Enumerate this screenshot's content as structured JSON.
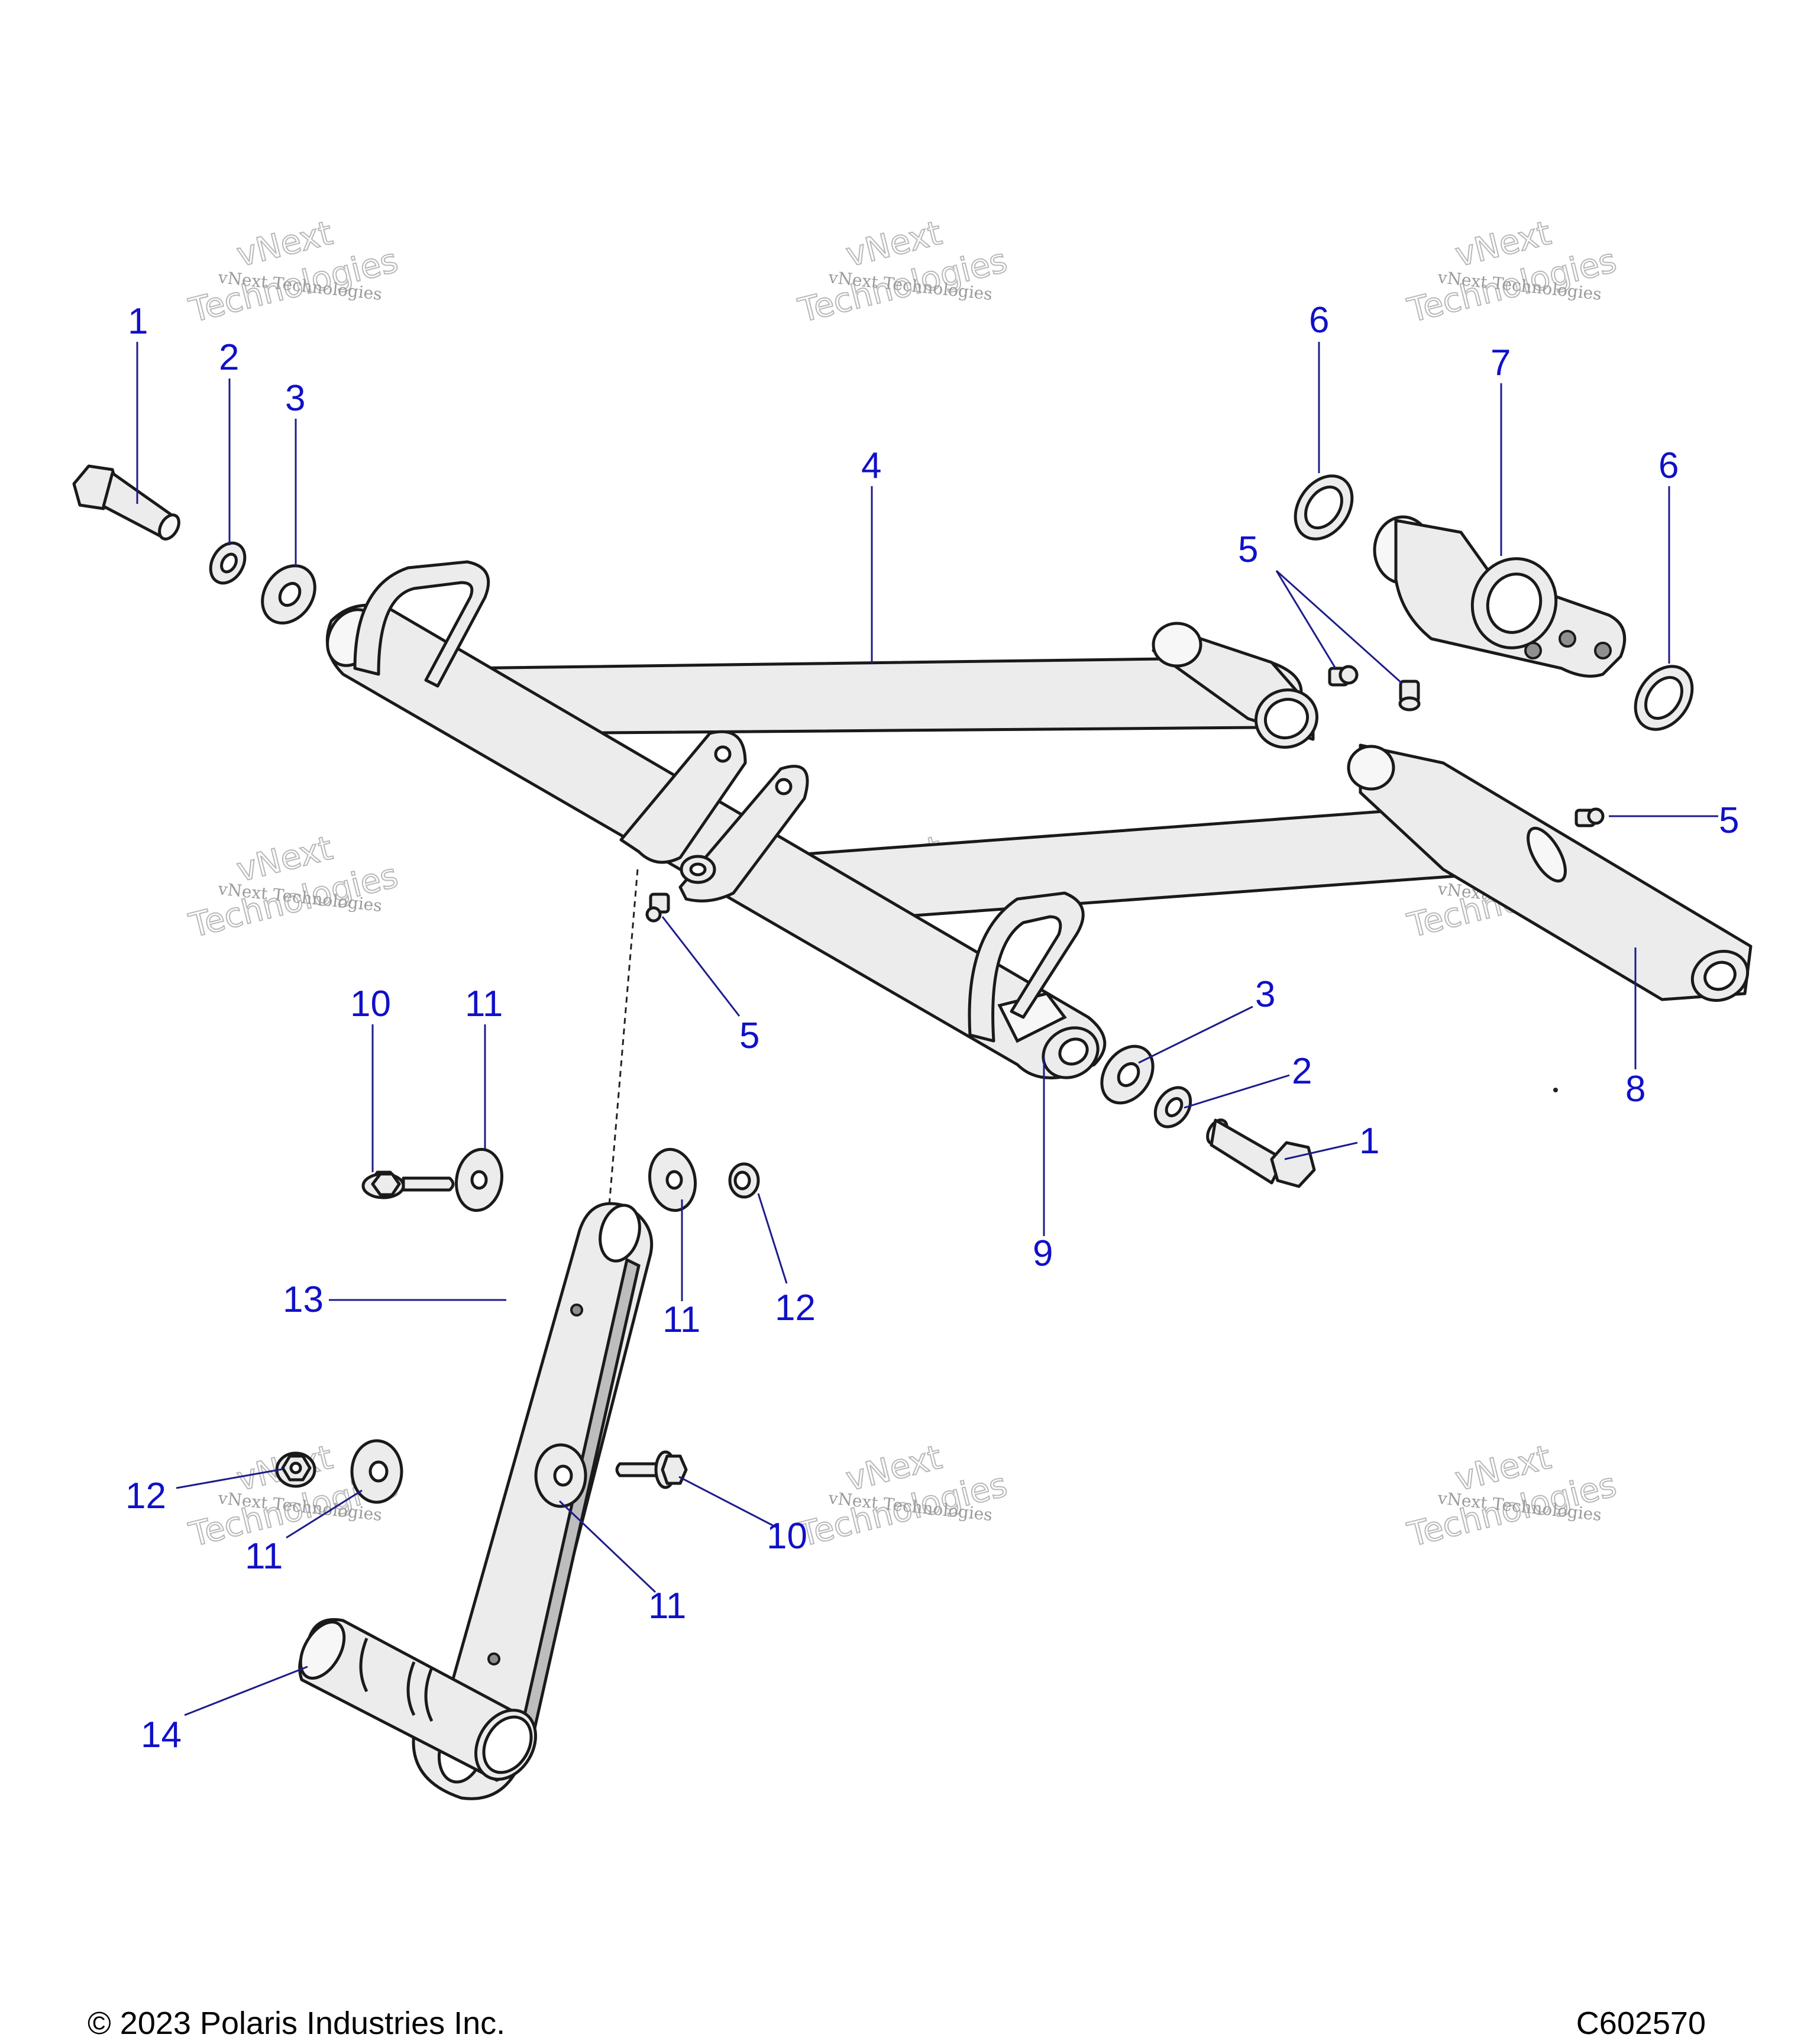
{
  "diagram": {
    "callouts": {
      "c1a": "1",
      "c2a": "2",
      "c3a": "3",
      "c4": "4",
      "c5a": "5",
      "c5b": "5",
      "c5c": "5",
      "c6a": "6",
      "c6b": "6",
      "c7": "7",
      "c8": "8",
      "c3b": "3",
      "c2b": "2",
      "c1b": "1",
      "c9": "9",
      "c10a": "10",
      "c11a": "11",
      "c11b": "11",
      "c12a": "12",
      "c13": "13",
      "c12b": "12",
      "c11c": "11",
      "c11d": "11",
      "c10b": "10",
      "c14": "14"
    },
    "watermark": {
      "line": "vNext Technologies",
      "big_top": "vNext",
      "big_bottom": "Technologies"
    }
  },
  "footer": {
    "copyright": "© 2023 Polaris Industries Inc.",
    "figure_id": "C602570"
  }
}
